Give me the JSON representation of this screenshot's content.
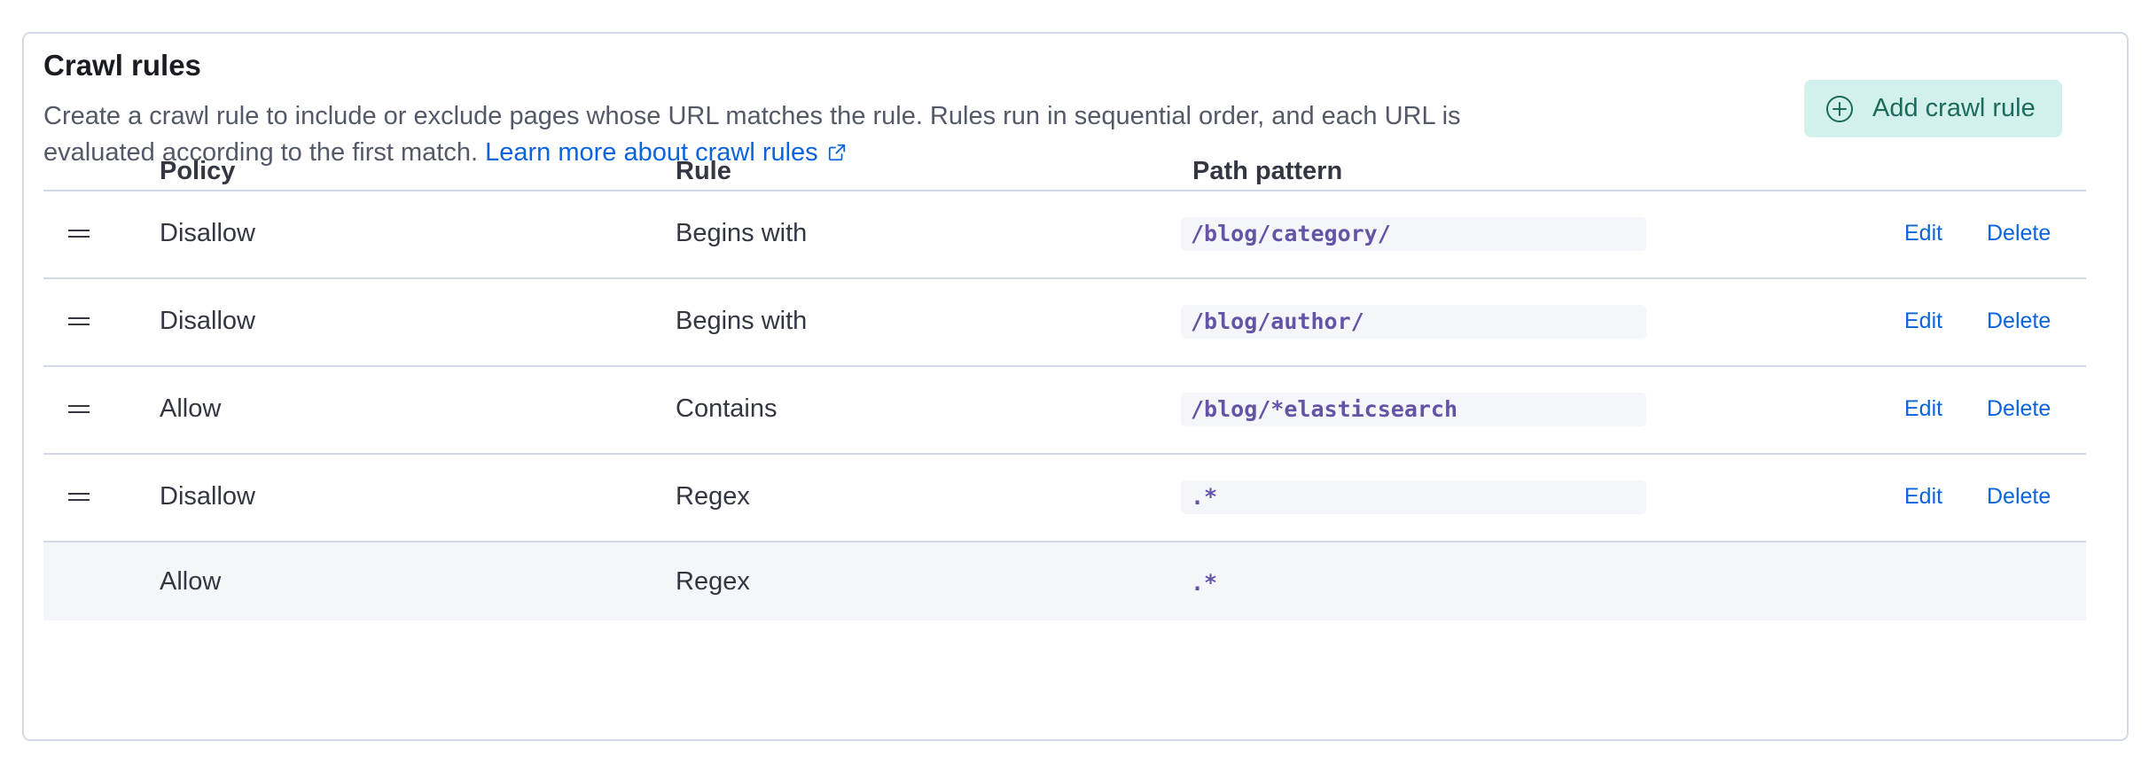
{
  "header": {
    "title": "Crawl rules",
    "description": "Create a crawl rule to include or exclude pages whose URL matches the rule. Rules run in sequential order, and each URL is evaluated according to the first match.",
    "learn_more_label": "Learn more about crawl rules",
    "add_button_label": "Add crawl rule"
  },
  "table": {
    "columns": [
      "Policy",
      "Rule",
      "Path pattern"
    ],
    "edit_label": "Edit",
    "delete_label": "Delete",
    "rows": [
      {
        "policy": "Disallow",
        "rule": "Begins with",
        "pattern": "/blog/category/"
      },
      {
        "policy": "Disallow",
        "rule": "Begins with",
        "pattern": "/blog/author/"
      },
      {
        "policy": "Allow",
        "rule": "Contains",
        "pattern": "/blog/*elasticsearch"
      },
      {
        "policy": "Disallow",
        "rule": "Regex",
        "pattern": ".*"
      },
      {
        "policy": "Allow",
        "rule": "Regex",
        "pattern": ".*"
      }
    ]
  },
  "colors": {
    "accent_link": "#0b64dd",
    "button_bg": "#d3f1ec",
    "button_text": "#1c6b5d",
    "code_text": "#6554a6"
  },
  "icons": {
    "external_link": "external-link-icon",
    "add": "plus-in-circle-icon",
    "drag": "drag-handle-icon"
  }
}
